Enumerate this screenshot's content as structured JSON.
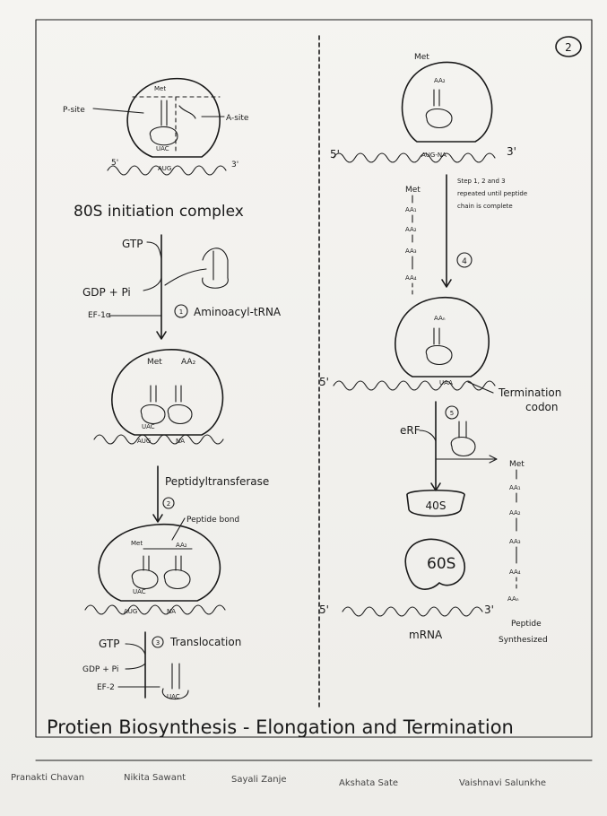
{
  "page": {
    "number": "2"
  },
  "left": {
    "p_site": "P-site",
    "a_site": "A-site",
    "met": "Met",
    "uac": "UAC",
    "aug": "AUG",
    "five_prime": "5'",
    "three_prime": "3'",
    "initiation_label": "80S initiation complex",
    "gtp": "GTP",
    "gdp_pi": "GDP + Pi",
    "ef1a": "EF-1α",
    "step1_num": "1",
    "aminoacyl_trna": "Aminoacyl-tRNA",
    "aa2": "AA₂",
    "na": "NA",
    "peptidyl": "Peptidyltransferase",
    "step2_num": "2",
    "peptide_bond": "Peptide bond",
    "gtp2": "GTP",
    "step3_num": "3",
    "translocation": "Translocation",
    "gdp_pi2": "GDP + Pi",
    "ef2": "EF-2"
  },
  "right": {
    "met": "Met",
    "aa2": "AA₂",
    "aug_na": "AUG-NA",
    "five_prime": "5'",
    "three_prime": "3'",
    "repeat_note_1": "Step 1, 2 and 3",
    "repeat_note_2": "repeated until peptide",
    "repeat_note_3": "chain is complete",
    "chain_met": "Met",
    "chain_aa1": "AA₁",
    "chain_aa2": "AA₂",
    "chain_aa3": "AA₃",
    "chain_aa4": "AA₄",
    "step4_num": "4",
    "aan": "AAₙ",
    "uaa": "UAA",
    "termination_1": "Termination",
    "termination_2": "codon",
    "erf": "eRF",
    "step5_num": "5",
    "s40": "40S",
    "s60": "60S",
    "mrna": "mRNA",
    "pep_met": "Met",
    "pep_aa1": "AA₁",
    "pep_aa2": "AA₂",
    "pep_aa3": "AA₃",
    "pep_aa4": "AA₄",
    "pep_aan": "AAₙ",
    "peptide_1": "Peptide",
    "peptide_2": "Synthesized"
  },
  "footer": {
    "title": "Protien Biosynthesis - Elongation and Termination",
    "credits": [
      "Pranakti Chavan",
      "Nikita Sawant",
      "Sayali Zanje",
      "Akshata Sate",
      "Vaishnavi Salunkhe"
    ]
  }
}
